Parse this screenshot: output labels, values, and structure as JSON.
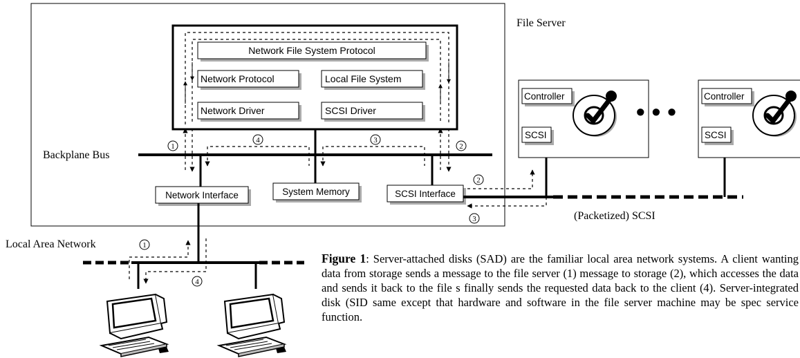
{
  "title": "File Server",
  "protocol_layers": {
    "nfs": "Network File System Protocol",
    "network_protocol": "Network Protocol",
    "local_file_system": "Local File System",
    "network_driver": "Network Driver",
    "scsi_driver": "SCSI Driver"
  },
  "bus_label": "Backplane Bus",
  "interfaces": {
    "network": "Network Interface",
    "memory": "System Memory",
    "scsi": "SCSI Interface"
  },
  "drives": [
    {
      "controller": "Controller",
      "scsi": "SCSI"
    },
    {
      "controller": "Controller",
      "scsi": "SCSI"
    }
  ],
  "ellipsis": "• • •",
  "scsi_link_label": "(Packetized) SCSI",
  "lan_label": "Local Area Network",
  "steps": {
    "one": "1",
    "two": "2",
    "three": "3",
    "four": "4"
  },
  "caption": {
    "lead": "Figure 1",
    "body": ": Server-attached disks (SAD) are the familiar local area network systems. A client wanting data from storage sends a message to the file server (1) message to storage (2), which accesses the data and sends it back to the file s finally sends the requested data back to the client (4). Server-integrated disk (SID same except that hardware and software in the file server machine may be spec service function."
  }
}
